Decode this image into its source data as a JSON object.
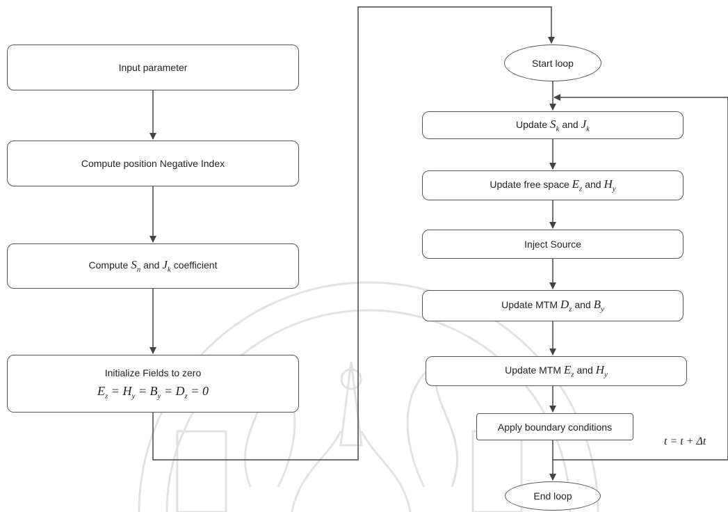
{
  "left": {
    "input": "Input parameter",
    "negative_index": "Compute position Negative Index",
    "coef_pre": "Compute",
    "coef_sn": "S_n",
    "coef_and": "and",
    "coef_jk": "J_k",
    "coef_post": "coefficient",
    "init_title": "Initialize Fields to zero",
    "init_eq": "E_z = H_y = B_y = D_z = 0"
  },
  "right": {
    "start": "Start loop",
    "update_sj_pre": "Update",
    "update_sj_s": "S_k",
    "update_sj_and": "and",
    "update_sj_j": "J_k",
    "free_pre": "Update free space",
    "free_e": "E_z",
    "free_and": "and",
    "free_h": "H_y",
    "inject": "Inject Source",
    "mtm_db_pre": "Update MTM",
    "mtm_d": "D_z",
    "mtm_db_and": "and",
    "mtm_b": "B_y",
    "mtm_eh_pre": "Update MTM",
    "mtm_e": "E_z",
    "mtm_eh_and": "and",
    "mtm_h": "H_y",
    "boundary": "Apply boundary conditions",
    "end": "End loop",
    "time_step": "t = t + Δt"
  },
  "colors": {
    "stroke": "#555555",
    "watermark": "#e4e4e4"
  }
}
